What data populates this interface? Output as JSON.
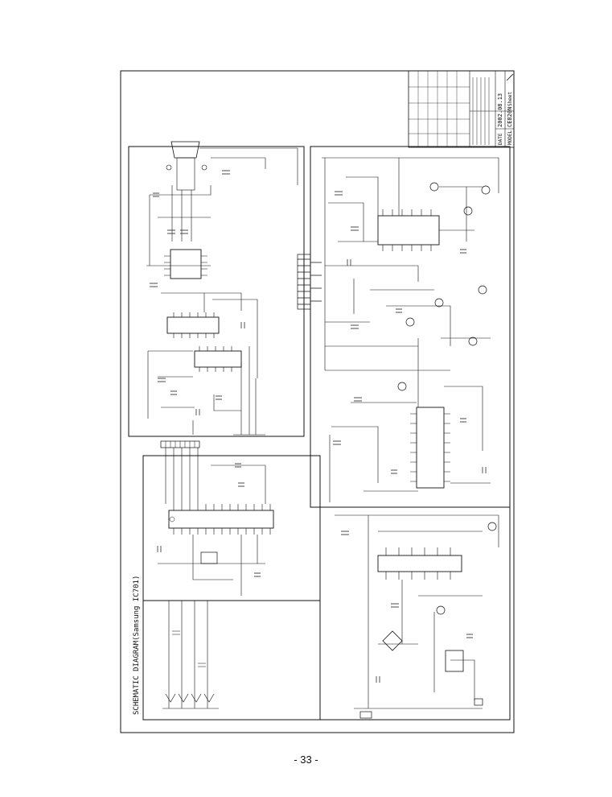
{
  "page": {
    "number": "- 33 -"
  },
  "diagram": {
    "title": "SCHEMATIC DIAGRAM(Samsung IC701)",
    "title_block": {
      "date_label": "DATE",
      "date_value": "2002.08.13",
      "model_label": "MODEL",
      "model_value": "CE820N",
      "sheet_label": "Sheet"
    }
  },
  "colors": {
    "ink": "#111111",
    "paper": "#ffffff"
  }
}
